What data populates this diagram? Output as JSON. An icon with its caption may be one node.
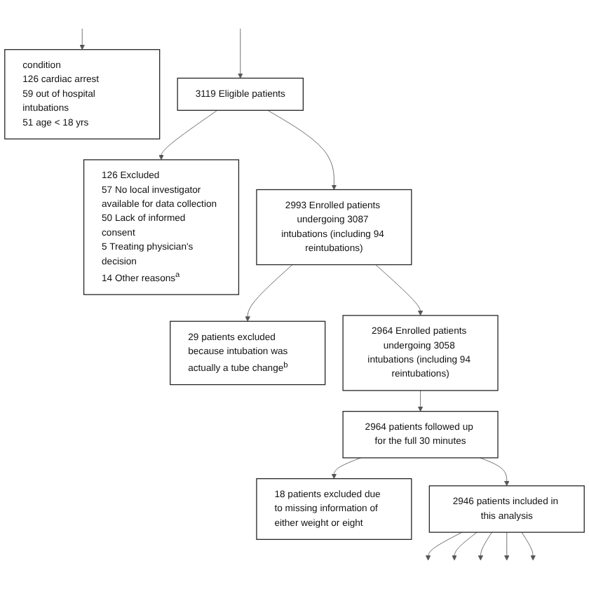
{
  "diagram": {
    "nodes": [
      {
        "text": [
          "condition",
          "126 cardiac arrest",
          "59 out of hospital intubations",
          "51 age < 18 yrs"
        ]
      },
      {
        "text": [
          "3119 Eligible patients"
        ]
      },
      {
        "text": [
          "126 Excluded",
          "57 No local investigator available for data collection",
          "50 Lack of informed consent",
          "5 Treating physician's decision",
          "14 Other reasons$^{a}$"
        ]
      },
      {
        "text": [
          "2993 Enrolled patients undergoing 3087 intubations (including 94 reintubations)"
        ]
      },
      {
        "text": [
          "29 patients excluded because intubation was actually a tube change$^{b}$"
        ]
      },
      {
        "text": [
          "2964 Enrolled patients undergoing 3058 intubations (including 94 reintubations)"
        ]
      },
      {
        "text": [
          "2964 patients followed up for the full 30 minutes"
        ]
      },
      {
        "text": [
          "18 patients excluded due to missing information of either weight or eight"
        ]
      },
      {
        "text": [
          "2946 patients included in this analysis"
        ]
      }
    ],
    "edges": [
      {
        "from": null,
        "to": 1,
        "arrow": "to"
      },
      {
        "from": null,
        "to": 0,
        "arrow": "to"
      },
      {
        "from": 1,
        "to": 3,
        "arrow": "to"
      },
      {
        "from": 1,
        "to": 2,
        "arrow": "to"
      },
      {
        "from": 3,
        "to": 5,
        "arrow": "to"
      },
      {
        "from": 3,
        "to": 4,
        "arrow": "to"
      },
      {
        "from": 5,
        "to": 6,
        "arrow": "to"
      },
      {
        "from": 6,
        "to": 8,
        "arrow": "to"
      },
      {
        "from": 6,
        "to": 7,
        "arrow": "to"
      },
      {
        "from": 8,
        "to": null,
        "arrow": "to"
      },
      {
        "from": 8,
        "to": null,
        "arrow": "to"
      },
      {
        "from": 8,
        "to": null,
        "arrow": "to"
      },
      {
        "from": 8,
        "to": null,
        "arrow": "to"
      },
      {
        "from": 8,
        "to": null,
        "arrow": "to"
      }
    ]
  }
}
